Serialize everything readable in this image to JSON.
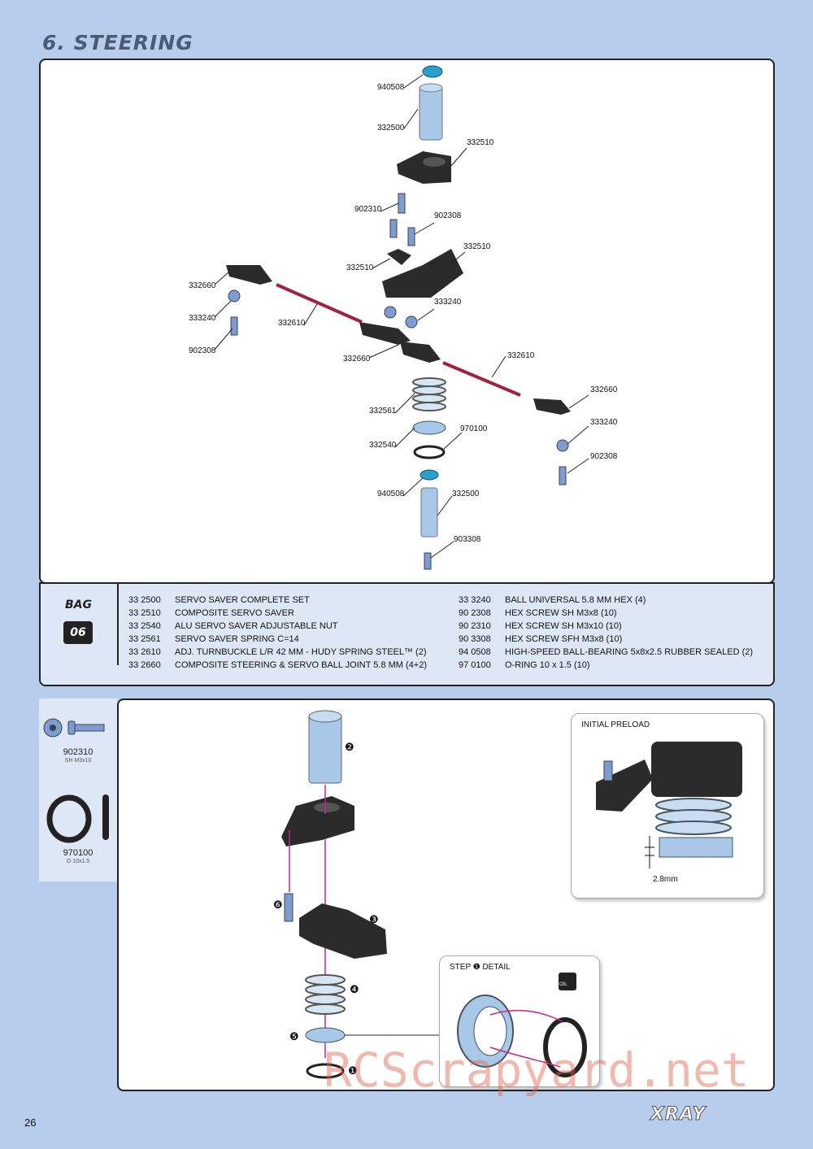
{
  "page": {
    "title": "6. STEERING",
    "page_number": "26",
    "brand": "XRAY",
    "watermark": "RCScrapyard.net"
  },
  "diagram": {
    "callouts": [
      "940508",
      "332500",
      "332510",
      "902310",
      "902308",
      "332510",
      "332510",
      "332660",
      "333240",
      "332610",
      "333240",
      "902308",
      "332660",
      "332610",
      "332660",
      "333240",
      "332561",
      "332540",
      "970100",
      "902308",
      "940508",
      "332500",
      "903308"
    ]
  },
  "bag": {
    "label": "BAG",
    "number": "06"
  },
  "parts_left": [
    {
      "code": "33 2500",
      "desc": "SERVO SAVER COMPLETE SET"
    },
    {
      "code": "33 2510",
      "desc": "COMPOSITE SERVO SAVER"
    },
    {
      "code": "33 2540",
      "desc": "ALU SERVO SAVER ADJUSTABLE NUT"
    },
    {
      "code": "33 2561",
      "desc": "SERVO SAVER SPRING C=14"
    },
    {
      "code": "33 2610",
      "desc": "ADJ. TURNBUCKLE L/R 42 MM - HUDY SPRING STEEL™ (2)"
    },
    {
      "code": "33 2660",
      "desc": "COMPOSITE STEERING & SERVO BALL JOINT 5.8 MM (4+2)"
    }
  ],
  "parts_right": [
    {
      "code": "33 3240",
      "desc": "BALL UNIVERSAL 5.8 MM HEX (4)"
    },
    {
      "code": "90 2308",
      "desc": "HEX SCREW SH M3x8 (10)"
    },
    {
      "code": "90 2310",
      "desc": "HEX SCREW SH M3x10 (10)"
    },
    {
      "code": "90 3308",
      "desc": "HEX SCREW SFH M3x8 (10)"
    },
    {
      "code": "94 0508",
      "desc": "HIGH-SPEED BALL-BEARING 5x8x2.5 RUBBER SEALED (2)"
    },
    {
      "code": "97 0100",
      "desc": "O-RING 10 x 1.5 (10)"
    }
  ],
  "sidebar": [
    {
      "code": "902310",
      "desc": "SH M3x10"
    },
    {
      "code": "970100",
      "desc": "O 10x1.5"
    }
  ],
  "assembly_steps": [
    "❷",
    "❸",
    "❹",
    "❺",
    "❶",
    "❻"
  ],
  "insets": {
    "preload_title": "INITIAL PRELOAD",
    "preload_dim": "2.8mm",
    "detail_title": "STEP ❶ DETAIL",
    "oil_label": "OIL"
  },
  "colors": {
    "steel_blue": "#7f9bd0",
    "dark_part": "#2b2b2b",
    "light_blue": "#a9c7e6",
    "magenta": "#d0208a",
    "teal": "#2aa0c8"
  }
}
